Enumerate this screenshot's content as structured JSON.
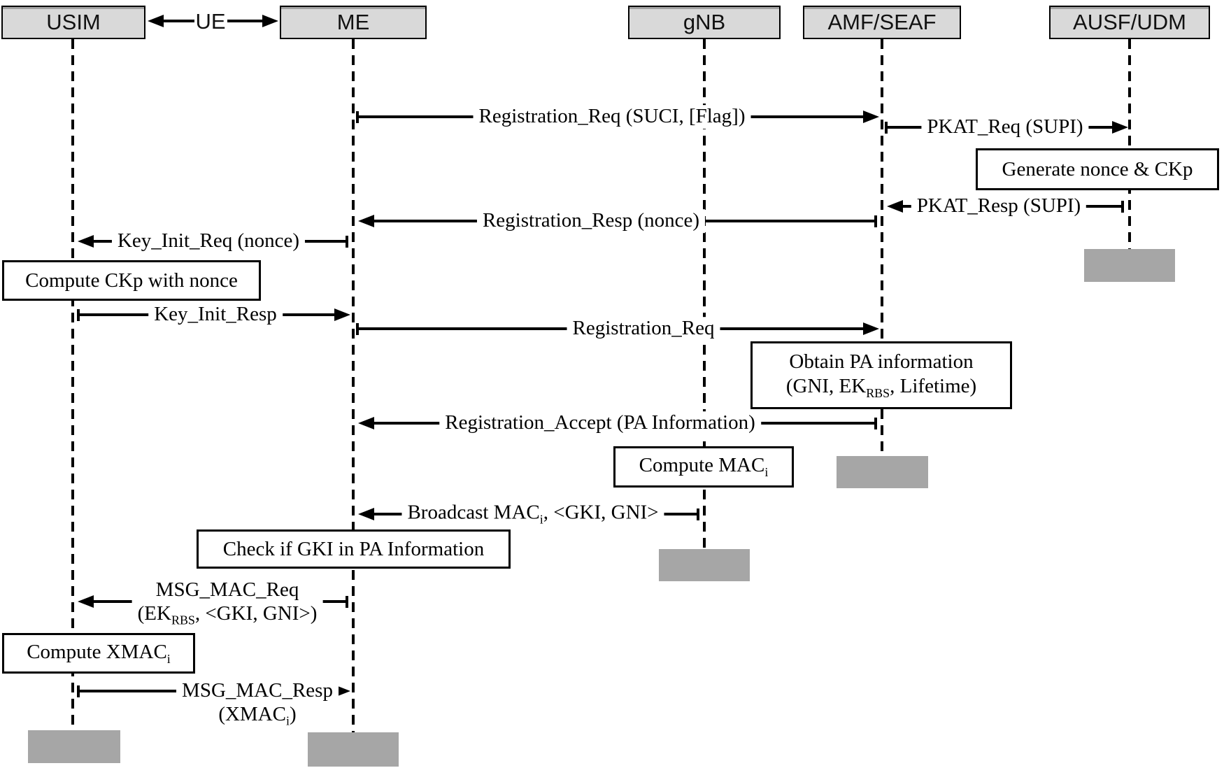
{
  "diagram": {
    "actors": {
      "usim": {
        "label": "USIM"
      },
      "me": {
        "label": "ME"
      },
      "gnb": {
        "label": "gNB"
      },
      "amf": {
        "label": "AMF/SEAF"
      },
      "ausf": {
        "label": "AUSF/UDM"
      }
    },
    "ue_label": "UE",
    "messages": {
      "reg_req1": {
        "text": "Registration_Req (SUCI, [Flag])",
        "from": "ME",
        "to": "AMF/SEAF"
      },
      "pkat_req": {
        "text": "PKAT_Req (SUPI)",
        "from": "AMF/SEAF",
        "to": "AUSF/UDM"
      },
      "pkat_resp": {
        "text": "PKAT_Resp (SUPI)",
        "from": "AUSF/UDM",
        "to": "AMF/SEAF"
      },
      "reg_resp": {
        "text": "Registration_Resp (nonce)",
        "from": "AMF/SEAF",
        "to": "ME"
      },
      "key_init_req": {
        "text": "Key_Init_Req (nonce)",
        "from": "ME",
        "to": "USIM"
      },
      "key_init_resp": {
        "text": "Key_Init_Resp",
        "from": "USIM",
        "to": "ME"
      },
      "reg_req2": {
        "text": "Registration_Req",
        "from": "ME",
        "to": "AMF/SEAF"
      },
      "reg_accept": {
        "text": "Registration_Accept (PA Information)",
        "from": "AMF/SEAF",
        "to": "ME"
      },
      "broadcast": {
        "p1": "Broadcast MAC",
        "sub1": "i",
        "p2": ", <GKI, GNI>",
        "from": "gNB",
        "to": "ME"
      },
      "msg_mac_req": {
        "line1": "MSG_MAC_Req",
        "l2p1": "(EK",
        "l2sub": "RBS",
        "l2p2": ", <GKI, GNI>)",
        "from": "ME",
        "to": "USIM"
      },
      "msg_mac_resp": {
        "line1": "MSG_MAC_Resp",
        "l2p1": "(XMAC",
        "l2sub": "i",
        "l2p2": ")",
        "from": "USIM",
        "to": "ME"
      }
    },
    "boxes": {
      "gen_nonce": {
        "text": "Generate nonce & CKp",
        "at": "AUSF/UDM"
      },
      "compute_ckp": {
        "text": "Compute CKp with nonce",
        "at": "USIM"
      },
      "obtain_pa": {
        "line1": "Obtain PA information",
        "l2p1": "(GNI, EK",
        "l2sub": "RBS",
        "l2p2": ", Lifetime)",
        "at": "AMF/SEAF"
      },
      "compute_mac": {
        "p1": "Compute MAC",
        "sub1": "i",
        "at": "gNB"
      },
      "check_gki": {
        "text": "Check if GKI in PA Information",
        "at": "ME"
      },
      "compute_xmac": {
        "p1": "Compute XMAC",
        "sub1": "i",
        "at": "USIM"
      }
    },
    "colors": {
      "actor_fill": "#d9d9d9",
      "end_bar_fill": "#a6a6a6",
      "line": "#000000",
      "box_fill": "#ffffff"
    }
  }
}
